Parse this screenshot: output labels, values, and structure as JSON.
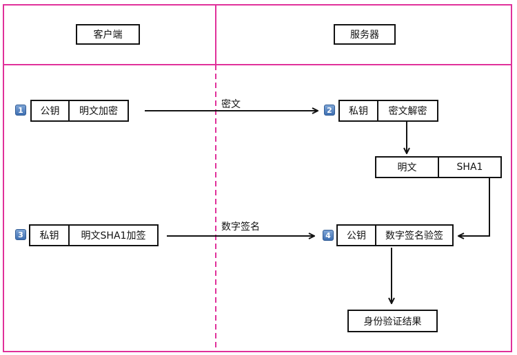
{
  "lanes": {
    "client_label": "客户端",
    "server_label": "服务器"
  },
  "steps": [
    {
      "number": "1",
      "key": "公钥",
      "action": "明文加密"
    },
    {
      "number": "2",
      "key": "私钥",
      "action": "密文解密"
    },
    {
      "number": "3",
      "key": "私钥",
      "action": "明文SHA1加签"
    },
    {
      "number": "4",
      "key": "公钥",
      "action": "数字签名验签"
    }
  ],
  "decrypt_result": {
    "plain": "明文",
    "hash": "SHA1"
  },
  "arrows": {
    "cipher_label": "密文",
    "signature_label": "数字签名"
  },
  "result": {
    "label": "身份验证结果"
  },
  "colors": {
    "frame": "#e0309a",
    "box_border": "#111111",
    "badge": "#4a7cc0"
  }
}
